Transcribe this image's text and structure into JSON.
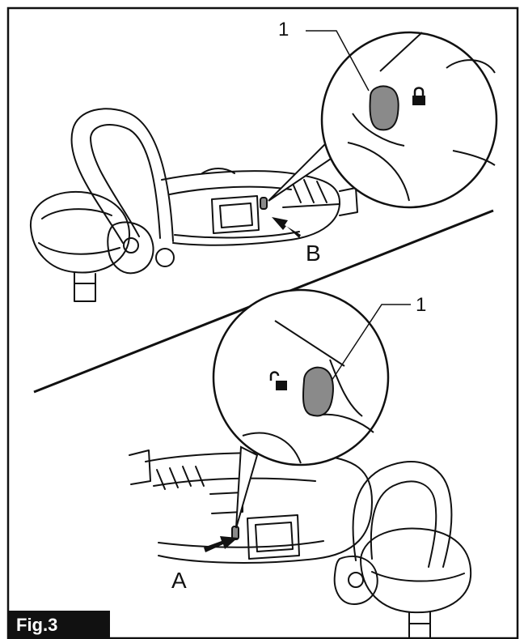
{
  "figure": {
    "caption": "Fig.3",
    "callouts": {
      "top_part_number": "1",
      "bottom_part_number": "1",
      "top_view_letter": "B",
      "bottom_view_letter": "A"
    },
    "icons": {
      "top_detail": "padlock-locked-icon",
      "bottom_detail": "padlock-unlocked-icon"
    },
    "colors": {
      "ink": "#111111",
      "button_fill": "#8a8a8a",
      "background": "#ffffff"
    }
  }
}
